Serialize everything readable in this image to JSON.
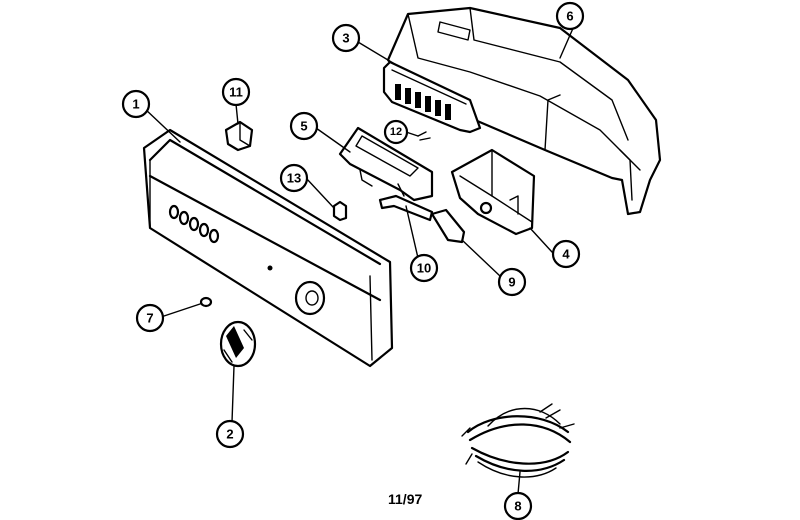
{
  "diagram": {
    "date_code": "11/97",
    "callouts": [
      {
        "id": "c1",
        "label": "1"
      },
      {
        "id": "c2",
        "label": "2"
      },
      {
        "id": "c3",
        "label": "3"
      },
      {
        "id": "c4",
        "label": "4"
      },
      {
        "id": "c5",
        "label": "5"
      },
      {
        "id": "c6",
        "label": "6"
      },
      {
        "id": "c7",
        "label": "7"
      },
      {
        "id": "c8",
        "label": "8"
      },
      {
        "id": "c9",
        "label": "9"
      },
      {
        "id": "c10",
        "label": "10"
      },
      {
        "id": "c11",
        "label": "11"
      },
      {
        "id": "c12",
        "label": "12"
      },
      {
        "id": "c13",
        "label": "13"
      }
    ]
  }
}
